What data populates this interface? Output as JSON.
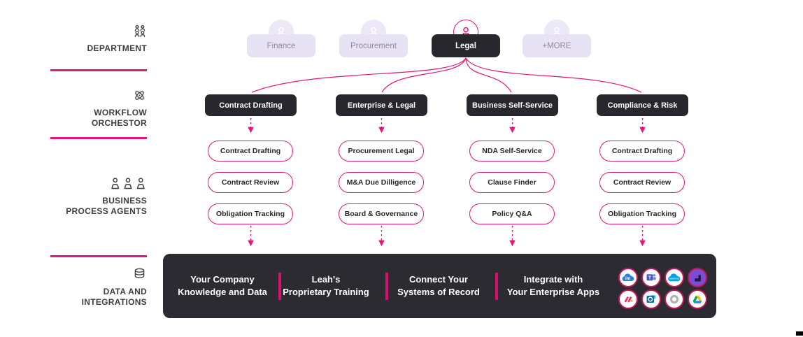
{
  "colors": {
    "accent_pink": "#E0187C",
    "icon_ring_crimson": "#C2185B",
    "dark_button": "#27272D",
    "bottom_bar": "#2B2B31",
    "lavender_button": "#E7E2F4"
  },
  "sidebar": {
    "sections": [
      {
        "id": "department",
        "label": "DEPARTMENT",
        "icon": "team-grid-icon"
      },
      {
        "id": "workflow-orchestrator",
        "label": "WORKFLOW\nORCHESTOR",
        "icon": "orbit-icon"
      },
      {
        "id": "business-process-agents",
        "label": "BUSINESS\nPROCESS AGENTS",
        "icon": "people-row-icon"
      },
      {
        "id": "data-and-integrations",
        "label": "DATA AND\nINTEGRATIONS",
        "icon": "database-icon"
      }
    ]
  },
  "departments": [
    {
      "label": "Finance",
      "selected": false
    },
    {
      "label": "Procurement",
      "selected": false
    },
    {
      "label": "Legal",
      "selected": true
    },
    {
      "label": "+MORE",
      "selected": false
    }
  ],
  "columns": [
    {
      "header": "Contract Drafting",
      "agents": [
        "Contract Drafting",
        "Contract Review",
        "Obligation Tracking"
      ]
    },
    {
      "header": "Enterprise & Legal",
      "agents": [
        "Procurement Legal",
        "M&A Due Dilligence",
        "Board & Governance"
      ]
    },
    {
      "header": "Business Self-Service",
      "agents": [
        "NDA Self-Service",
        "Clause Finder",
        "Policy Q&A"
      ]
    },
    {
      "header": "Compliance & Risk",
      "agents": [
        "Contract Drafting",
        "Contract Review",
        "Obligation Tracking"
      ]
    }
  ],
  "integrations": {
    "items": [
      {
        "title": "Your Company\nKnowledge and Data"
      },
      {
        "title": "Leah's\nProprietary Training"
      },
      {
        "title": "Connect Your\nSystems of Record"
      },
      {
        "title": "Integrate with\nYour Enterprise Apps"
      }
    ],
    "apps": [
      "imanage",
      "microsoft-teams",
      "salesforce",
      "llama",
      "monday",
      "outlook",
      "loop",
      "google-drive"
    ]
  }
}
